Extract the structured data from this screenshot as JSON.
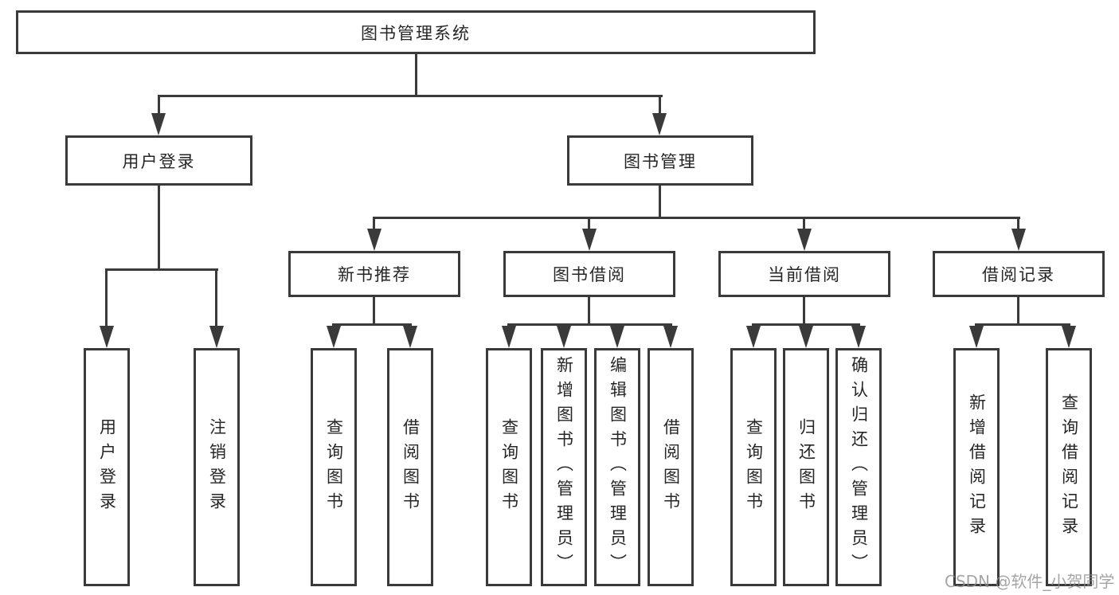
{
  "diagram": {
    "root": "图书管理系统",
    "level2": [
      "用户登录",
      "图书管理"
    ],
    "level3": [
      "新书推荐",
      "图书借阅",
      "当前借阅",
      "借阅记录"
    ],
    "leaves": {
      "user_login": [
        "用户登录",
        "注销登录"
      ],
      "new_books": [
        "查询图书",
        "借阅图书"
      ],
      "borrow": [
        "查询图书",
        "新增图书（管理员）",
        "编辑图书（管理员）",
        "借阅图书"
      ],
      "current": [
        "查询图书",
        "归还图书",
        "确认归还（管理员）"
      ],
      "records": [
        "新增借阅记录",
        "查询借阅记录"
      ]
    },
    "watermark": "CSDN @软件_小贺同学"
  },
  "colors": {
    "line": "#3a3a3a",
    "text": "#262626",
    "box_background": "#ffffff",
    "watermark": "#8c8c8c"
  }
}
